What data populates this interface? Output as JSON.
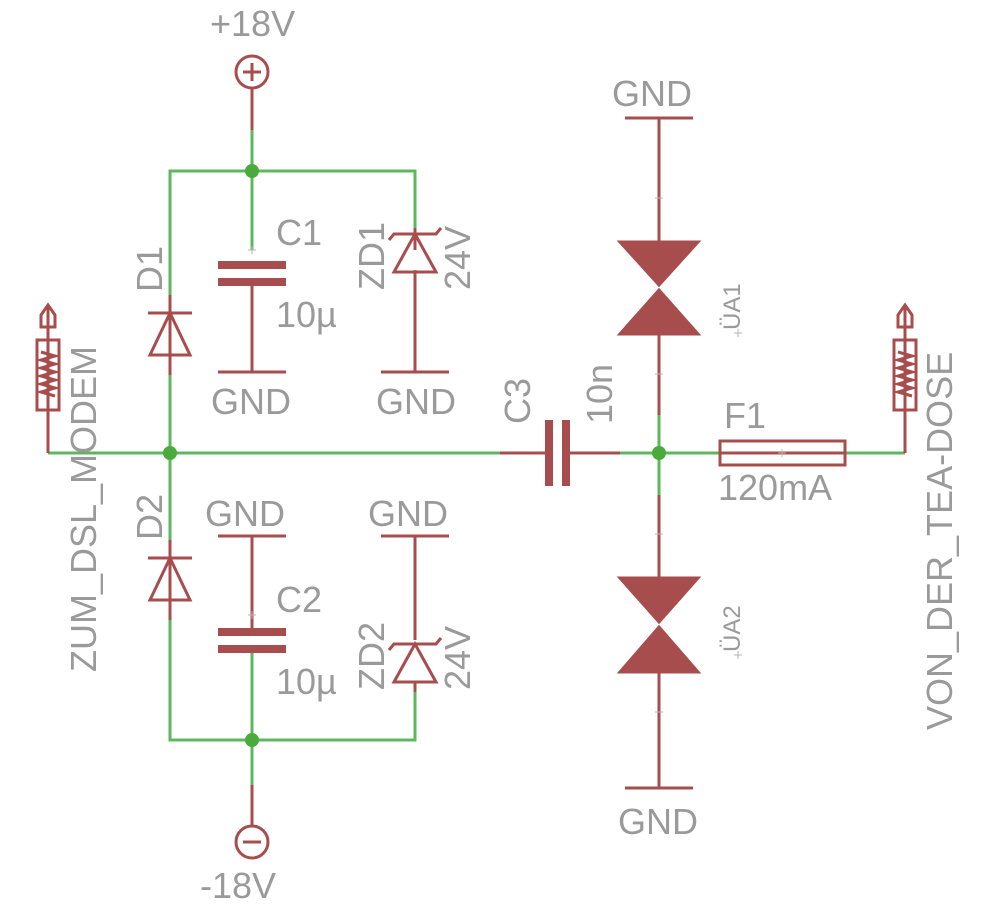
{
  "rails": {
    "pos_label": "+18V",
    "neg_label": "-18V"
  },
  "gnd_label": "GND",
  "components": {
    "c1": {
      "name": "C1",
      "value": "10µ"
    },
    "c2": {
      "name": "C2",
      "value": "10µ"
    },
    "c3": {
      "name": "C3",
      "value": "10n"
    },
    "d1": {
      "name": "D1"
    },
    "d2": {
      "name": "D2"
    },
    "zd1": {
      "name": "ZD1",
      "value": "24V"
    },
    "zd2": {
      "name": "ZD2",
      "value": "24V"
    },
    "ua1": {
      "name": "ÜA1"
    },
    "ua2": {
      "name": "ÜA2"
    },
    "f1": {
      "name": "F1",
      "value": "120mA"
    }
  },
  "connectors": {
    "left": "ZUM_DSL_MODEM",
    "right": "VON_DER_TEA-DOSE"
  },
  "colors": {
    "wire": "#5cb85c",
    "component": "#a84d4d",
    "label": "#9a9a9a",
    "junction": "#4aaa3a"
  }
}
